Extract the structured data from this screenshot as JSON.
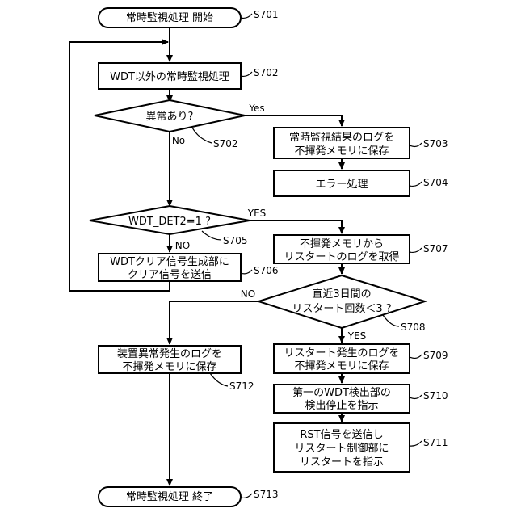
{
  "nodes": {
    "start": "常時監視処理 開始",
    "s702_proc": "WDT以外の常時監視処理",
    "d_abnormal": "異常あり?",
    "s703_l1": "常時監視結果のログを",
    "s703_l2": "不揮発メモリに保存",
    "s704": "エラー処理",
    "d_wdt": "WDT_DET2=1 ?",
    "s706_l1": "WDTクリア信号生成部に",
    "s706_l2": "クリア信号を送信",
    "s707_l1": "不揮発メモリから",
    "s707_l2": "リスタートのログを取得",
    "d_restart_l1": "直近3日間の",
    "d_restart_l2": "リスタート回数＜3 ?",
    "s709_l1": "リスタート発生のログを",
    "s709_l2": "不揮発メモリに保存",
    "s710_l1": "第一のWDT検出部の",
    "s710_l2": "検出停止を指示",
    "s711_l1": "RST信号を送信し",
    "s711_l2": "リスタート制御部に",
    "s711_l3": "リスタートを指示",
    "s712_l1": "装置異常発生のログを",
    "s712_l2": "不揮発メモリに保存",
    "end": "常時監視処理 終了"
  },
  "branches": {
    "abnormal_yes": "Yes",
    "abnormal_no": "No",
    "wdt_yes": "YES",
    "wdt_no": "NO",
    "restart_yes": "YES",
    "restart_no": "NO"
  },
  "steps": {
    "s701": "S701",
    "s702a": "S702",
    "s702b": "S702",
    "s703": "S703",
    "s704": "S704",
    "s705": "S705",
    "s706": "S706",
    "s707": "S707",
    "s708": "S708",
    "s709": "S709",
    "s710": "S710",
    "s711": "S711",
    "s712": "S712",
    "s713": "S713"
  }
}
